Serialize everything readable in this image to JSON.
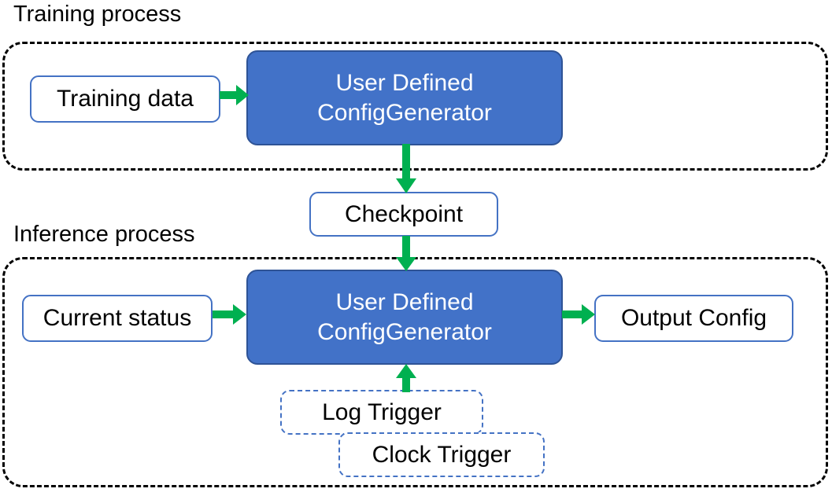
{
  "diagram": {
    "title_training": "Training process",
    "title_inference": "Inference process",
    "colors": {
      "process_fill": "#4272C8",
      "process_border": "#2E5396",
      "data_box_border": "#4472C4",
      "trigger_box_border": "#4472C4",
      "arrow": "#00B050",
      "container_border": "#000000",
      "text_dark": "#000000",
      "text_light": "#FFFFFF"
    },
    "training": {
      "container_label": "Training process",
      "nodes": {
        "training_data": {
          "label": "Training data"
        },
        "config_generator": {
          "line1": "User Defined",
          "line2": "ConfigGenerator"
        }
      }
    },
    "checkpoint": {
      "label": "Checkpoint"
    },
    "inference": {
      "container_label": "Inference process",
      "nodes": {
        "current_status": {
          "label": "Current status"
        },
        "config_generator": {
          "line1": "User Defined",
          "line2": "ConfigGenerator"
        },
        "output_config": {
          "label": "Output Config"
        },
        "log_trigger": {
          "label": "Log Trigger"
        },
        "clock_trigger": {
          "label": "Clock Trigger"
        }
      }
    },
    "arrows": [
      {
        "name": "training-data-to-config-generator",
        "from": "Training data",
        "to": "User Defined ConfigGenerator",
        "direction": "right"
      },
      {
        "name": "config-generator-to-checkpoint",
        "from": "User Defined ConfigGenerator",
        "to": "Checkpoint",
        "direction": "down"
      },
      {
        "name": "checkpoint-to-config-generator",
        "from": "Checkpoint",
        "to": "User Defined ConfigGenerator",
        "direction": "down"
      },
      {
        "name": "current-status-to-config-generator",
        "from": "Current status",
        "to": "User Defined ConfigGenerator",
        "direction": "right"
      },
      {
        "name": "config-generator-to-output-config",
        "from": "User Defined ConfigGenerator",
        "to": "Output Config",
        "direction": "right"
      },
      {
        "name": "triggers-to-config-generator",
        "from": "Log Trigger / Clock Trigger",
        "to": "User Defined ConfigGenerator",
        "direction": "up"
      }
    ]
  }
}
